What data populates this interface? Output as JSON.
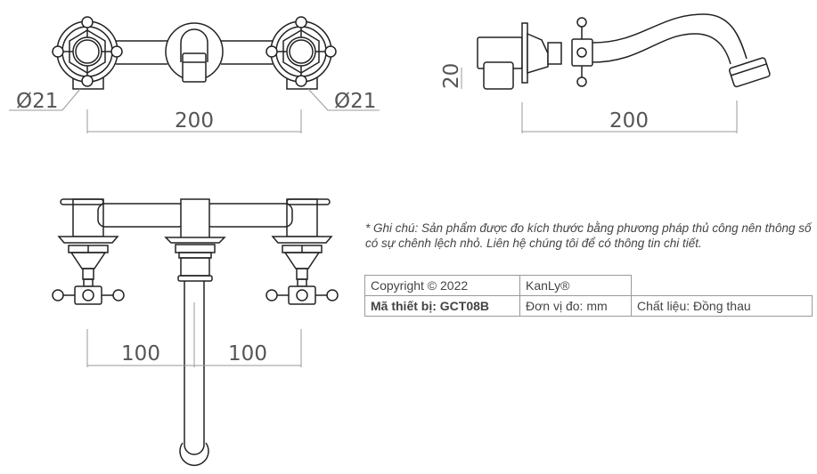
{
  "top_view": {
    "left_diameter": "Ø21",
    "right_diameter": "Ø21",
    "width_dim": "200"
  },
  "side_view": {
    "height_dim": "20",
    "length_dim": "200"
  },
  "front_view": {
    "left_spacing": "100",
    "right_spacing": "100"
  },
  "note": {
    "text": "* Ghi chú: Sản phẩm được đo kích thước bằng phương pháp thủ công nên thông số có sự chênh lệch nhỏ. Liên hệ chúng tôi để có thông tin chi tiết."
  },
  "info_table": {
    "row1": [
      "Copyright © 2022",
      "KanLy®",
      ""
    ],
    "row2": [
      "Mã thiết bị: GCT08B",
      "Đơn vị đo: mm",
      "Chất liệu: Đồng thau"
    ]
  },
  "colors": {
    "line": "#222222",
    "dimension": "#999999",
    "text": "#444444"
  }
}
